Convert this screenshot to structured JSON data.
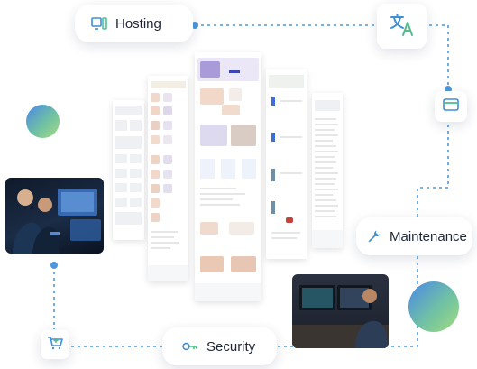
{
  "labels": {
    "hosting": "Hosting",
    "maintenance": "Maintenance",
    "security": "Security"
  },
  "icons": {
    "hosting": "server-monitor-icon",
    "translate": "translate-icon",
    "card": "credit-card-icon",
    "maintenance": "wrench-icon",
    "security": "key-icon",
    "cart": "shopping-cart-icon"
  },
  "colors": {
    "accent": "#4f97d9",
    "icon_blue": "#3d8fd6",
    "icon_green": "#4fbf8a",
    "text": "#1e2536"
  }
}
